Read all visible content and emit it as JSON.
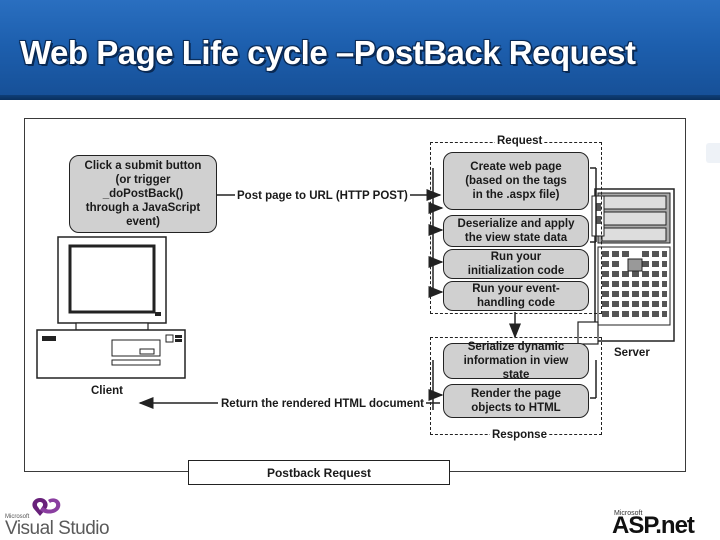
{
  "slide": {
    "title": "Web Page Life cycle –PostBack Request"
  },
  "diagram": {
    "client_box": "Click a submit button\n(or trigger _doPostBack()\nthrough a JavaScript\nevent)",
    "post_label": "Post page to URL (HTTP POST)",
    "request_label": "Request",
    "create_box": "Create web page\n(based on the tags\nin the .aspx file)",
    "deserialize_box": "Deserialize and apply\nthe view state data",
    "init_box": "Run your\ninitialization code",
    "event_box": "Run your event-\nhandling code",
    "serialize_box": "Serialize dynamic\ninformation in view state",
    "render_box": "Render the page\nobjects to HTML",
    "response_label": "Response",
    "server_label": "Server",
    "client_label": "Client",
    "return_label": "Return the rendered HTML document",
    "caption": "Postback Request"
  },
  "logos": {
    "vs_company": "Microsoft",
    "vs_product": "Visual Studio",
    "asp_company": "Microsoft",
    "asp_product": "ASP.net"
  },
  "colors": {
    "banner": "#1d5fae",
    "box_fill": "#d0d0d0",
    "vs_purple": "#68217a"
  }
}
